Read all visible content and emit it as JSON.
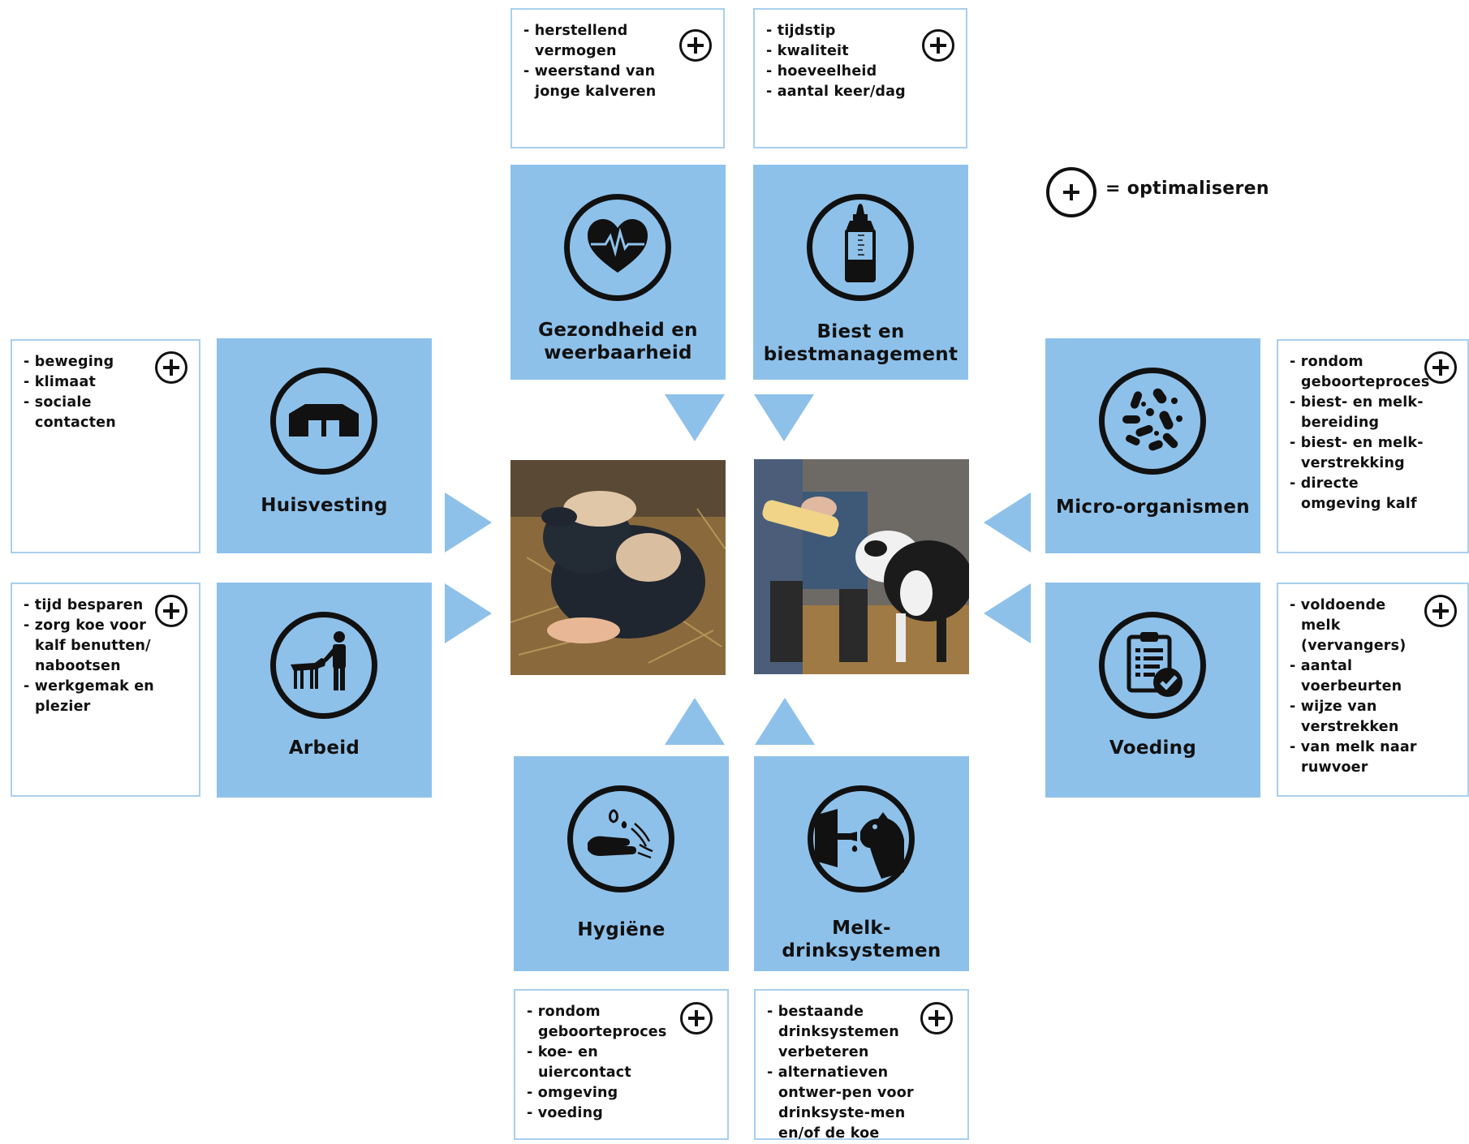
{
  "legend": {
    "text": "= optimaliseren",
    "icon": "plus-circle-icon"
  },
  "tiles": {
    "gezondheid": {
      "label_lines": [
        "Gezondheid en",
        "weerbaarheid"
      ],
      "icon": "heart-pulse-icon"
    },
    "biest": {
      "label_lines": [
        "Biest en",
        "biestmanagement"
      ],
      "icon": "baby-bottle-icon"
    },
    "huisvesting": {
      "label_lines": [
        "Huisvesting"
      ],
      "icon": "barn-icon"
    },
    "micro": {
      "label_lines": [
        "Micro-organismen"
      ],
      "icon": "microbes-icon"
    },
    "arbeid": {
      "label_lines": [
        "Arbeid"
      ],
      "icon": "farmer-with-calf-icon"
    },
    "voeding": {
      "label_lines": [
        "Voeding"
      ],
      "icon": "clipboard-check-icon"
    },
    "hygiene": {
      "label_lines": [
        "Hygiëne"
      ],
      "icon": "hand-washing-icon"
    },
    "melk": {
      "label_lines": [
        "Melk-",
        "drinksystemen"
      ],
      "icon": "calf-drinking-icon"
    }
  },
  "boxes": {
    "gezondheid": [
      "herstellend vermogen",
      "weerstand van jonge kalveren"
    ],
    "biest": [
      "tijdstip",
      "kwaliteit",
      "hoeveelheid",
      "aantal keer/dag"
    ],
    "huisvesting": [
      "beweging",
      "klimaat",
      "sociale contacten"
    ],
    "micro": [
      "rondom geboorteproces",
      "biest- en melk-bereiding",
      "biest- en melk-verstrekking",
      "directe omgeving kalf"
    ],
    "arbeid": [
      "tijd besparen",
      "zorg koe voor kalf benutten/ nabootsen",
      "werkgemak en plezier"
    ],
    "voeding": [
      "voldoende melk (vervangers)",
      "aantal voerbeurten",
      "wijze van verstrekken",
      "van melk naar ruwvoer"
    ],
    "hygiene": [
      "rondom geboorteproces",
      "koe- en uiercontact",
      "omgeving",
      "voeding"
    ],
    "melk": [
      "bestaande drinksystemen verbeteren",
      "alternatieven ontwer-pen voor drinksyste-men en/of de koe"
    ]
  },
  "photos": {
    "left": "newborn-calf-photo",
    "right": "calf-bottle-feeding-photo"
  },
  "colors": {
    "tile": "#8ec1ea",
    "box_border": "#a9cfee",
    "icon": "#111111"
  }
}
